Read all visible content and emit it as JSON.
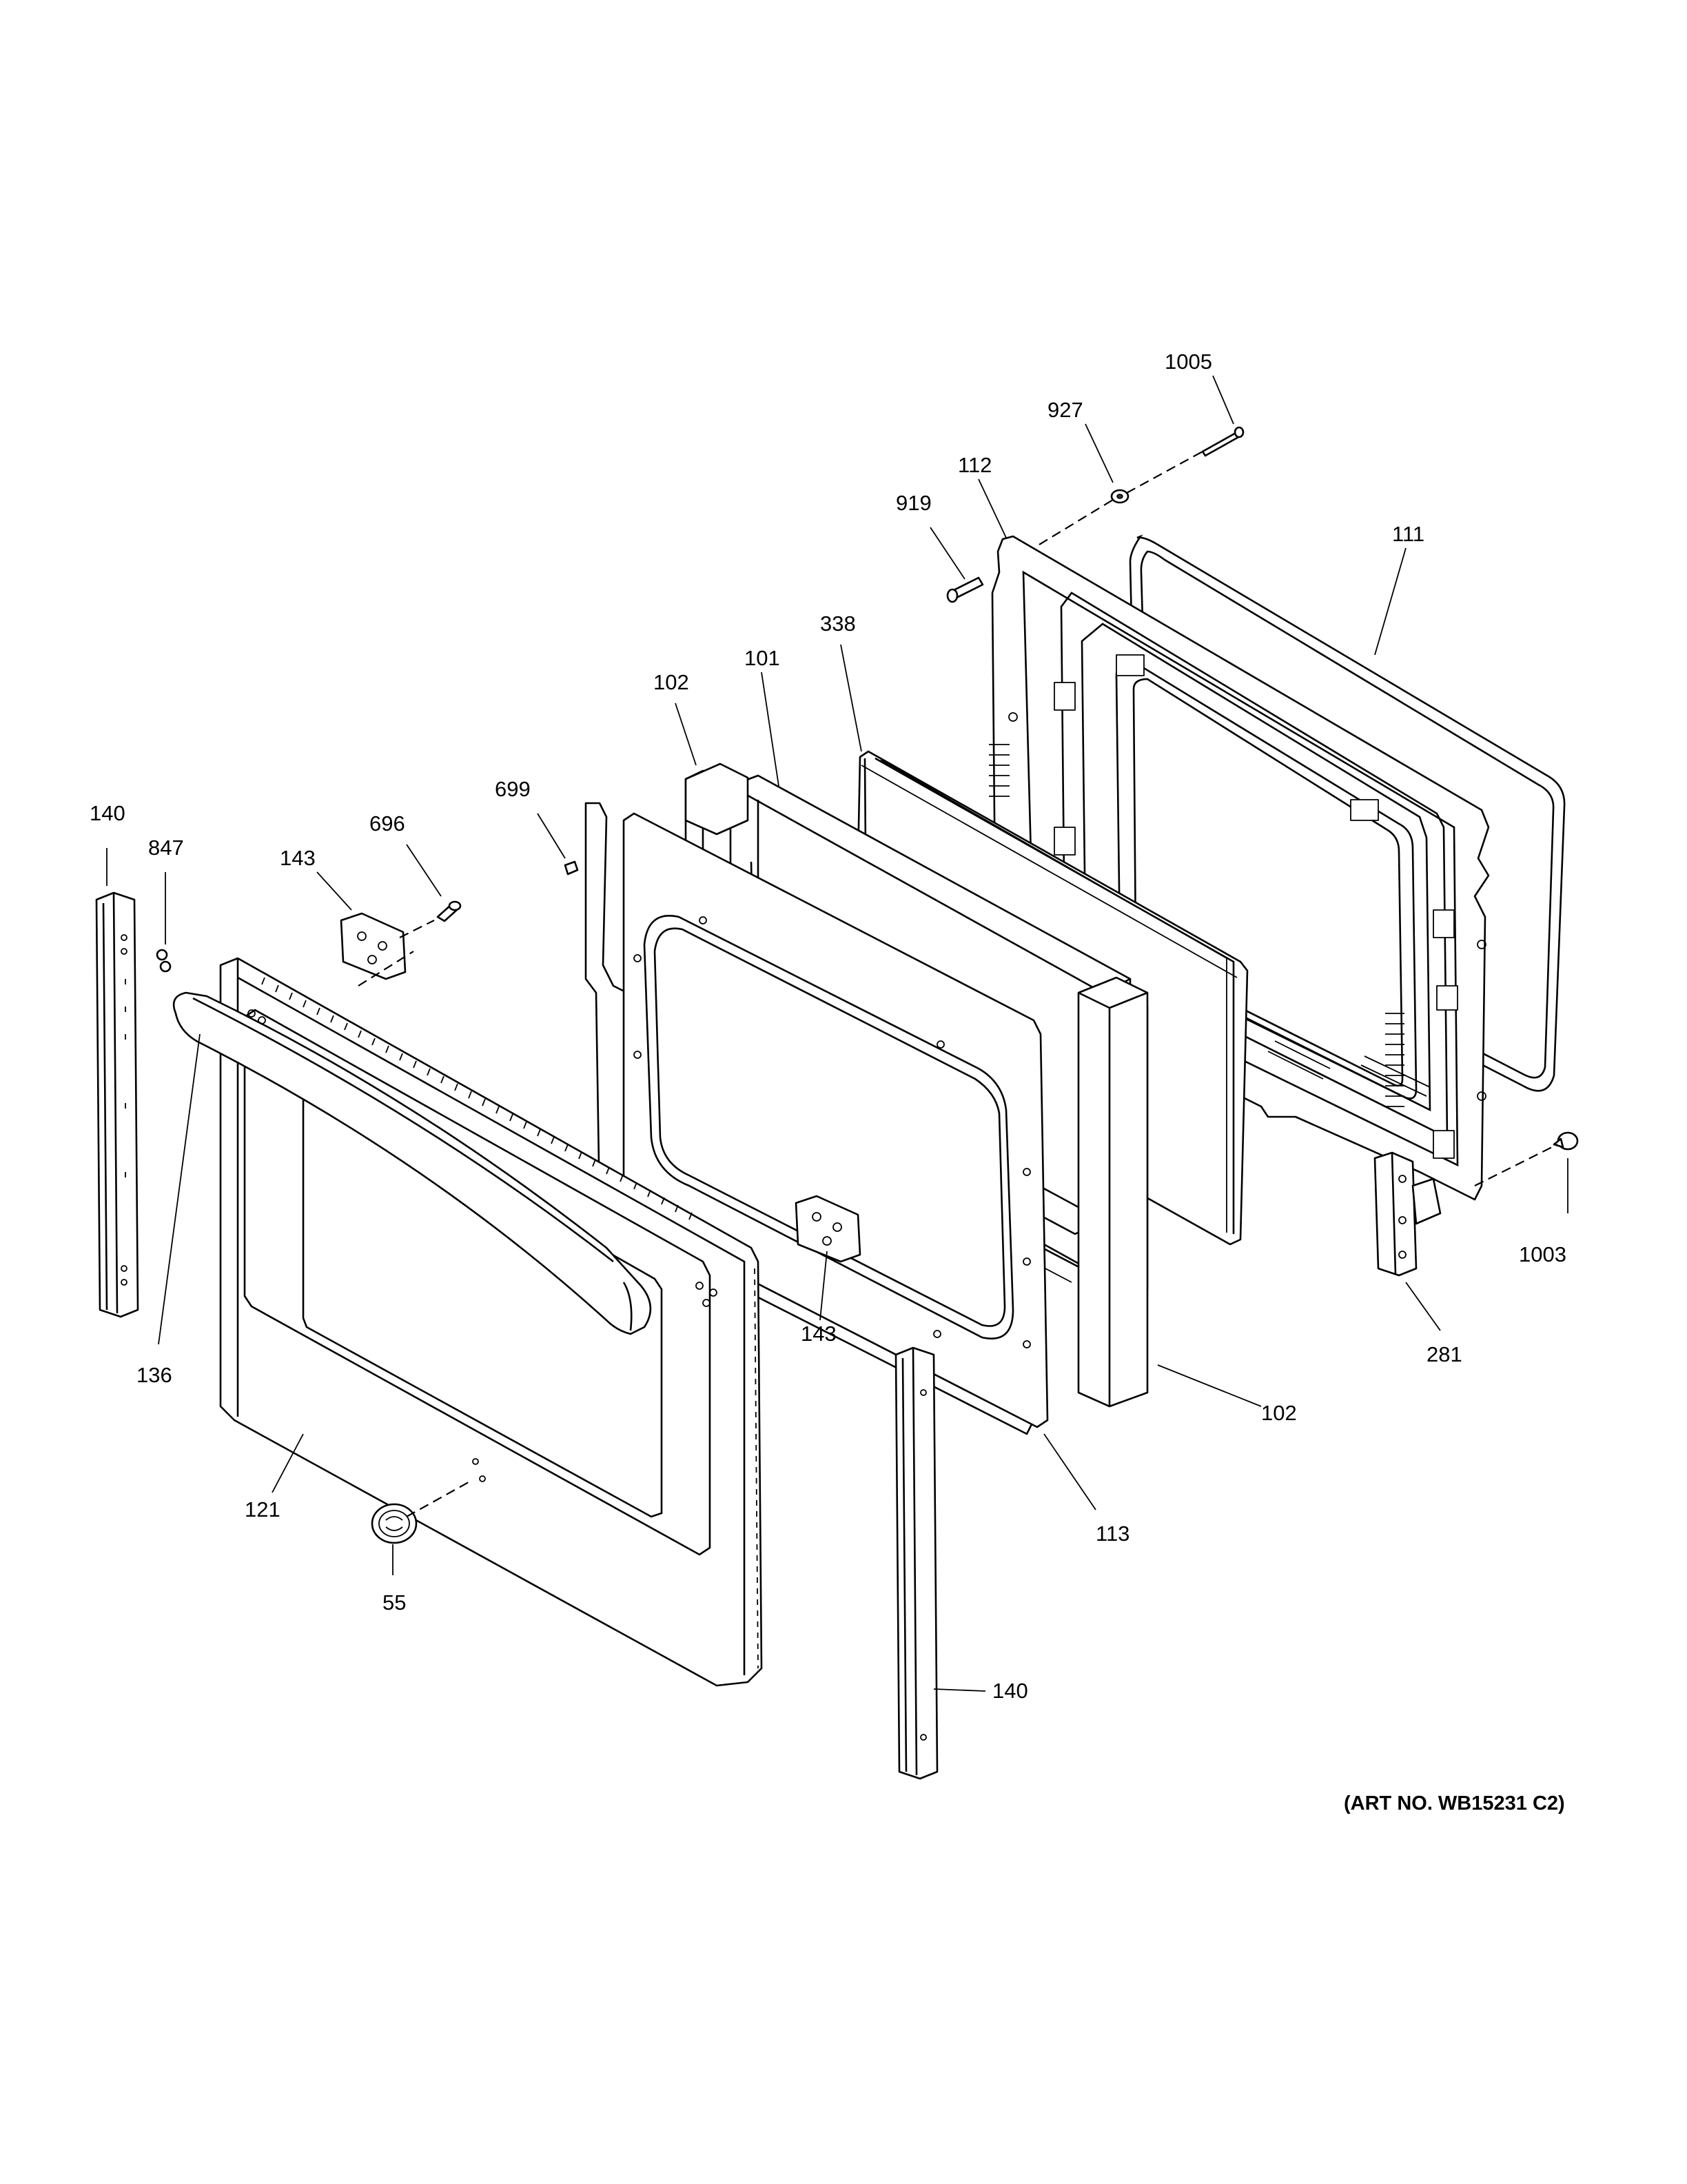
{
  "callouts": [
    {
      "id": "c1005",
      "label": "1005"
    },
    {
      "id": "c927",
      "label": "927"
    },
    {
      "id": "c112",
      "label": "112"
    },
    {
      "id": "c919",
      "label": "919"
    },
    {
      "id": "c111",
      "label": "111"
    },
    {
      "id": "c338",
      "label": "338"
    },
    {
      "id": "c102a",
      "label": "102"
    },
    {
      "id": "c101",
      "label": "101"
    },
    {
      "id": "c699",
      "label": "699"
    },
    {
      "id": "c140a",
      "label": "140"
    },
    {
      "id": "c847",
      "label": "847"
    },
    {
      "id": "c143a",
      "label": "143"
    },
    {
      "id": "c696",
      "label": "696"
    },
    {
      "id": "c1003",
      "label": "1003"
    },
    {
      "id": "c281",
      "label": "281"
    },
    {
      "id": "c102b",
      "label": "102"
    },
    {
      "id": "c136",
      "label": "136"
    },
    {
      "id": "c143b",
      "label": "143"
    },
    {
      "id": "c113",
      "label": "113"
    },
    {
      "id": "c121",
      "label": "121"
    },
    {
      "id": "c55",
      "label": "55"
    },
    {
      "id": "c140b",
      "label": "140"
    }
  ],
  "art_number": "(ART NO. WB15231 C2)"
}
